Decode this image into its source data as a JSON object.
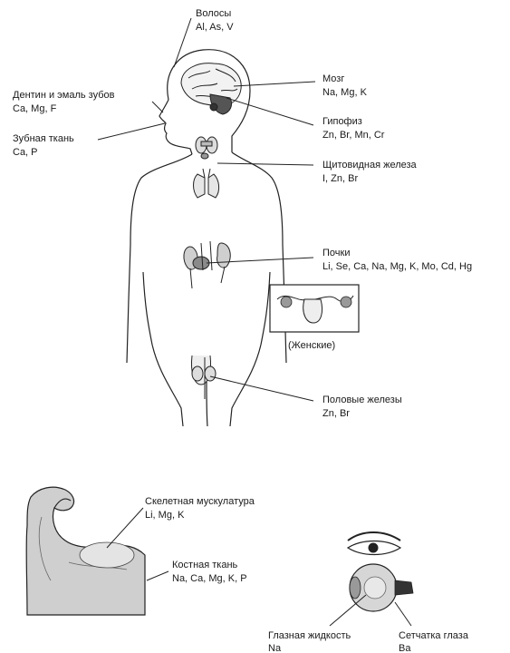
{
  "labels": {
    "hair": {
      "name": "Волосы",
      "elements": "Al, As, V"
    },
    "brain": {
      "name": "Мозг",
      "elements": "Na, Mg, K"
    },
    "teeth_enamel": {
      "name": "Дентин и эмаль зубов",
      "elements": "Ca, Mg, F"
    },
    "pituitary": {
      "name": "Гипофиз",
      "elements": "Zn, Br, Mn, Cr"
    },
    "dental_tissue": {
      "name": "Зубная ткань",
      "elements": "Ca, P"
    },
    "thyroid": {
      "name": "Щитовидная железа",
      "elements": "I, Zn, Br"
    },
    "kidneys": {
      "name": "Почки",
      "elements": "Li, Se, Ca, Na, Mg, K, Mo, Cd, Hg"
    },
    "female": {
      "name": "(Женские)"
    },
    "gonads": {
      "name": "Половые железы",
      "elements": "Zn, Br"
    },
    "skeletal_muscle": {
      "name": "Скелетная мускулатура",
      "elements": "Li, Mg, K"
    },
    "bone": {
      "name": "Костная ткань",
      "elements": "Na, Ca, Mg, K, P"
    },
    "eye_fluid": {
      "name": "Глазная жидкость",
      "elements": "Na"
    },
    "retina": {
      "name": "Сетчатка глаза",
      "elements": "Ba"
    }
  }
}
